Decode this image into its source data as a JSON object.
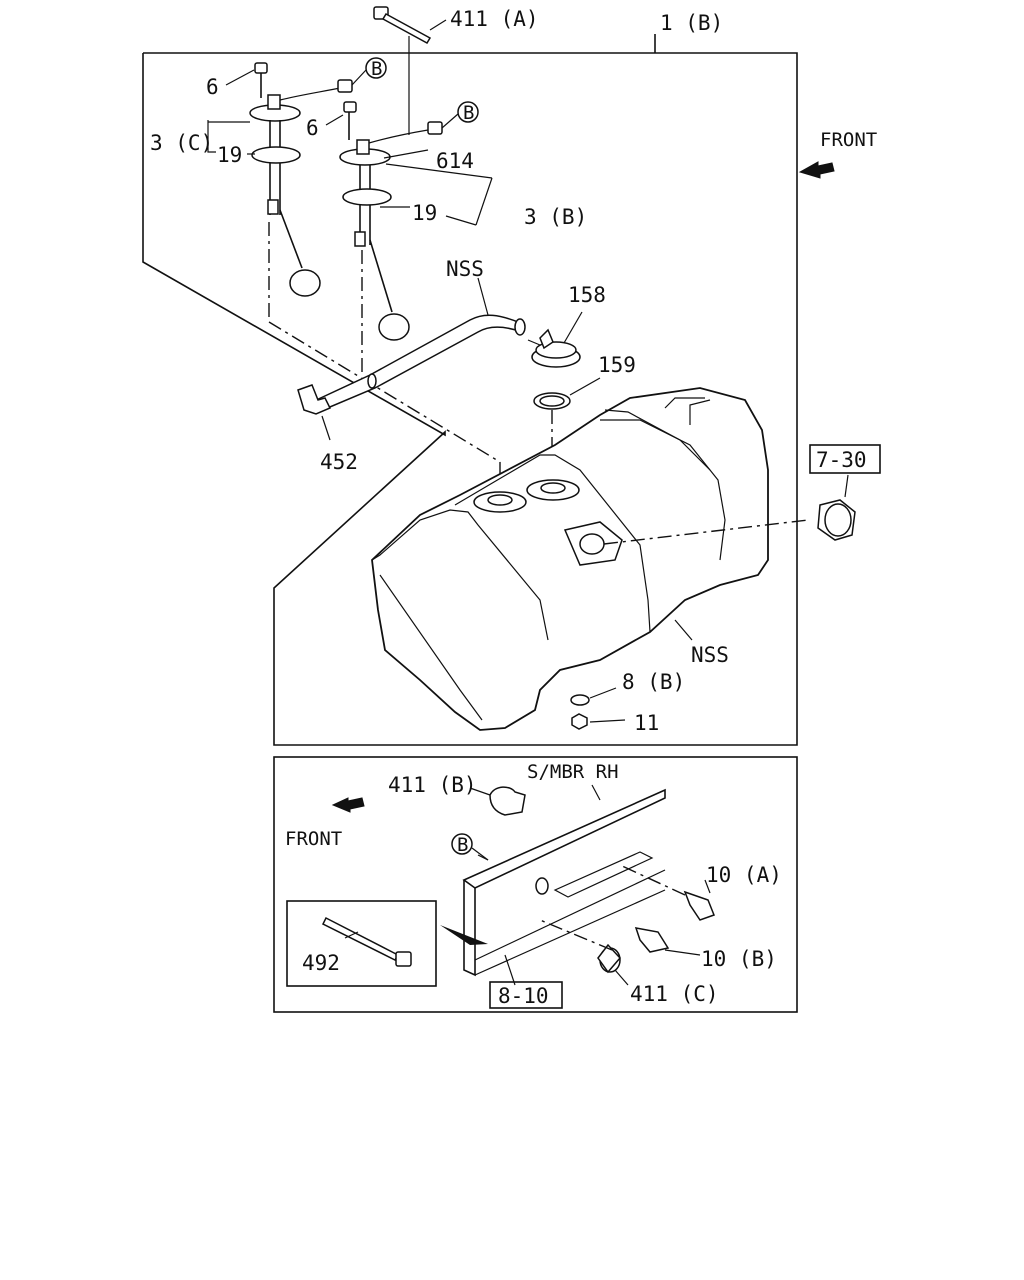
{
  "labels": {
    "tie_a": "411 (A)",
    "assembly_1b": "1 (B)",
    "screw_left": "6",
    "screw_right": "6",
    "unit_3c": "3 (C)",
    "gasket_left": "19",
    "connector_b1": "B",
    "connector_b2": "B",
    "part_614": "614",
    "unit_3b": "3 (B)",
    "gasket_right": "19",
    "hose_nss_top": "NSS",
    "part_158": "158",
    "part_159": "159",
    "part_452": "452",
    "front_top": "FRONT",
    "ref_7_30": "7-30",
    "tank_nss": "NSS",
    "washer_8b": "8 (B)",
    "nut_11": "11",
    "clip_411b": "411 (B)",
    "member_rh": "S/MBR RH",
    "front_bottom": "FRONT",
    "connector_b3": "B",
    "clip_10a": "10 (A)",
    "tie_492": "492",
    "clip_10b": "10 (B)",
    "ref_8_10": "8-10",
    "clip_411c": "411 (C)"
  },
  "icons": {
    "front_top": "front-arrow-icon",
    "front_bottom": "front-arrow-icon"
  }
}
